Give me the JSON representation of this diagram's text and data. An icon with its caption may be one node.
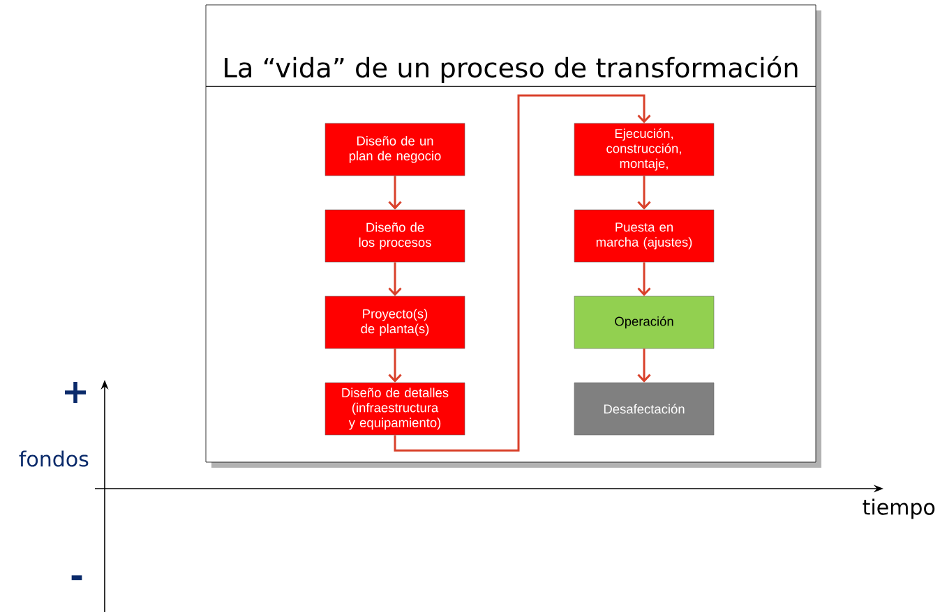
{
  "diagram": {
    "nodes": [
      {
        "text": [
          "La “vida” de un proceso de transformación"
        ]
      },
      {
        "text": [
          "Diseño de un plan de negocio"
        ],
        "in": 0
      },
      {
        "text": [
          "Diseño de los procesos"
        ],
        "in": 0
      },
      {
        "text": [
          "Proyecto(s) de planta(s)"
        ],
        "in": 0
      },
      {
        "text": [
          "Diseño de detalles (infraestructura y equipamiento)"
        ],
        "in": 0
      },
      {
        "text": [
          "Ejecución, construcción, montaje,"
        ],
        "in": 0
      },
      {
        "text": [
          "Puesta en marcha (ajustes)"
        ],
        "in": 0
      },
      {
        "text": [
          "Operación"
        ],
        "in": 0
      },
      {
        "text": [
          "Desafectación"
        ],
        "in": 0
      }
    ],
    "edges": [
      {
        "from": 1,
        "to": 2,
        "arrow": "to"
      },
      {
        "from": 2,
        "to": 3,
        "arrow": "to"
      },
      {
        "from": 3,
        "to": 4,
        "arrow": "to"
      },
      {
        "from": 4,
        "to": 5,
        "arrow": "to"
      },
      {
        "from": 5,
        "to": 6,
        "arrow": "to"
      },
      {
        "from": 6,
        "to": 7,
        "arrow": "to"
      },
      {
        "from": 7,
        "to": 8,
        "arrow": "to"
      }
    ],
    "labels": [
      "+",
      "fondos",
      "-",
      "tiempo"
    ]
  }
}
